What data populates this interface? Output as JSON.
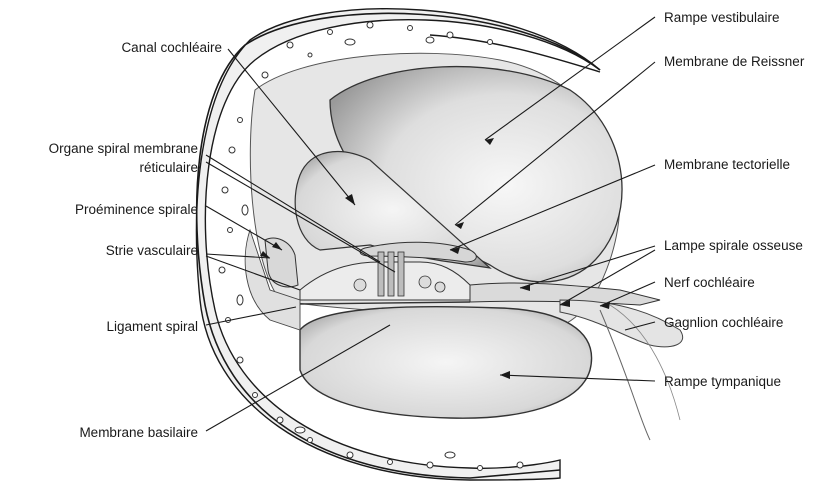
{
  "labels": {
    "canal_cochleaire": "Canal cochléaire",
    "organe_spiral_1": "Organe spiral membrane",
    "organe_spiral_2": "réticulaire",
    "proeminence_spirale": "Proéminence spirale",
    "strie_vasculaire": "Strie vasculaire",
    "ligament_spiral": "Ligament spiral",
    "membrane_basilaire": "Membrane basilaire",
    "rampe_vestibulaire": "Rampe vestibulaire",
    "membrane_reissner": "Membrane de Reissner",
    "membrane_tectorielle": "Membrane tectorielle",
    "lampe_spirale_osseuse": "Lampe spirale osseuse",
    "nerf_cochleaire": "Nerf cochléaire",
    "gagnlion_cochleaire": "Gagnlion cochléaire",
    "rampe_tympanique": "Rampe tympanique"
  },
  "colors": {
    "ink": "#1a1a1a",
    "tissue": "#e9e9e9",
    "cavity": "#cfcfcf",
    "bone": "#f4f4f4"
  }
}
